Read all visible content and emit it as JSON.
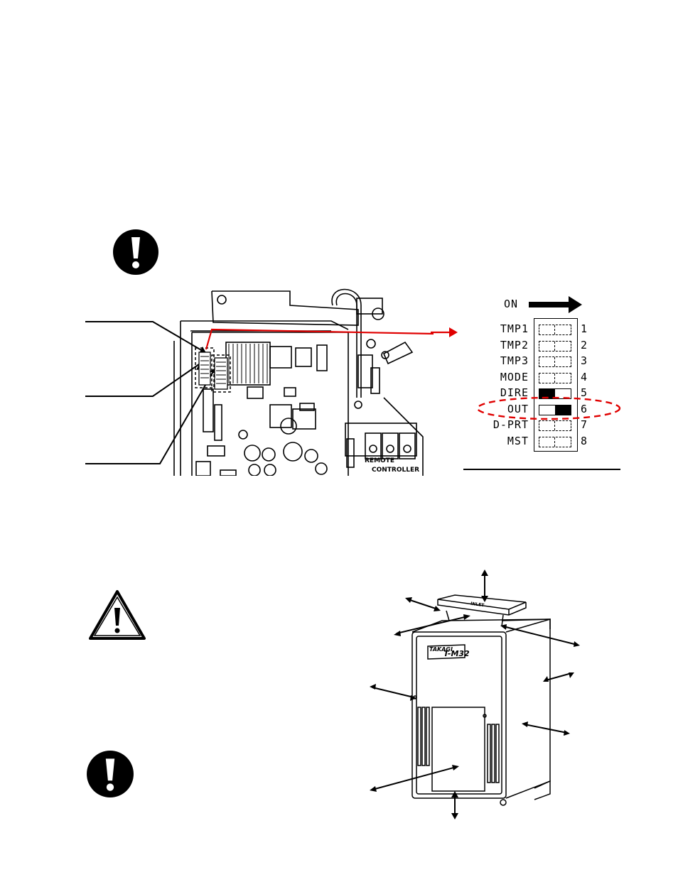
{
  "icons": {
    "mandatory_top": "exclamation-circle-icon",
    "caution": "warning-triangle-icon",
    "mandatory_bottom": "exclamation-circle-icon"
  },
  "colors": {
    "highlight": "#e00000",
    "ink": "#000000"
  },
  "pcb": {
    "terminal_label_line1": "REMOTE",
    "terminal_label_line2": "CONTROLLER"
  },
  "dip_switch": {
    "on_label": "ON",
    "switches": [
      {
        "name": "TMP1",
        "number": "1",
        "state": "off",
        "highlighted": false
      },
      {
        "name": "TMP2",
        "number": "2",
        "state": "off",
        "highlighted": false
      },
      {
        "name": "TMP3",
        "number": "3",
        "state": "off",
        "highlighted": false
      },
      {
        "name": "MODE",
        "number": "4",
        "state": "off",
        "highlighted": false
      },
      {
        "name": "DIRE",
        "number": "5",
        "state": "off-set",
        "highlighted": false
      },
      {
        "name": "OUT",
        "number": "6",
        "state": "on",
        "highlighted": true
      },
      {
        "name": "D-PRT",
        "number": "7",
        "state": "off",
        "highlighted": false
      },
      {
        "name": "MST",
        "number": "8",
        "state": "off",
        "highlighted": false
      }
    ]
  },
  "heater": {
    "brand": "TAKAGI",
    "model": "T-M32",
    "vent_label": "INLET"
  }
}
